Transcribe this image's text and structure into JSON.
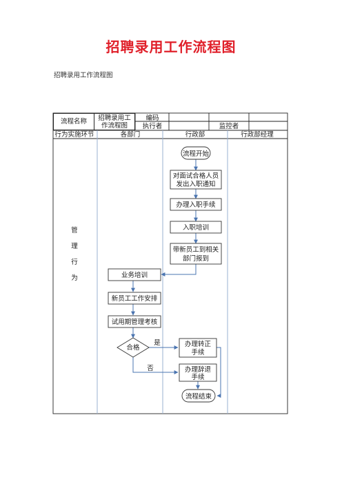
{
  "page_title": "招聘录用工作流程图",
  "subtitle": "招聘录用工作流程图",
  "header": {
    "process_name_label": "流程名称",
    "process_name_value_line1": "招聘录用工",
    "process_name_value_line2": "作流程图",
    "code_label": "编码",
    "executor_label": "执行者",
    "supervisor_label": "监控者"
  },
  "lanes": {
    "phase_label": "行为实施环节",
    "dept_all": "各部门",
    "dept_admin": "行政部",
    "dept_manager": "行政部经理"
  },
  "phase": [
    "管",
    "理",
    "行",
    "为"
  ],
  "nodes": {
    "start": "流程开始",
    "notice_l1": "对面试合格人员",
    "notice_l2": "发出入职通知",
    "onboard": "办理入职手续",
    "training_induction": "入职培训",
    "report_l1": "带新员工到相关",
    "report_l2": "部门报到",
    "business_training": "业务培训",
    "work_arrange": "新员工工作安排",
    "probation": "试用期管理考核",
    "decision": "合格",
    "regular_l1": "办理转正",
    "regular_l2": "手续",
    "resign_l1": "办理辞退",
    "resign_l2": "手续",
    "end": "流程结束"
  },
  "edges": {
    "yes": "是",
    "no": "否"
  }
}
